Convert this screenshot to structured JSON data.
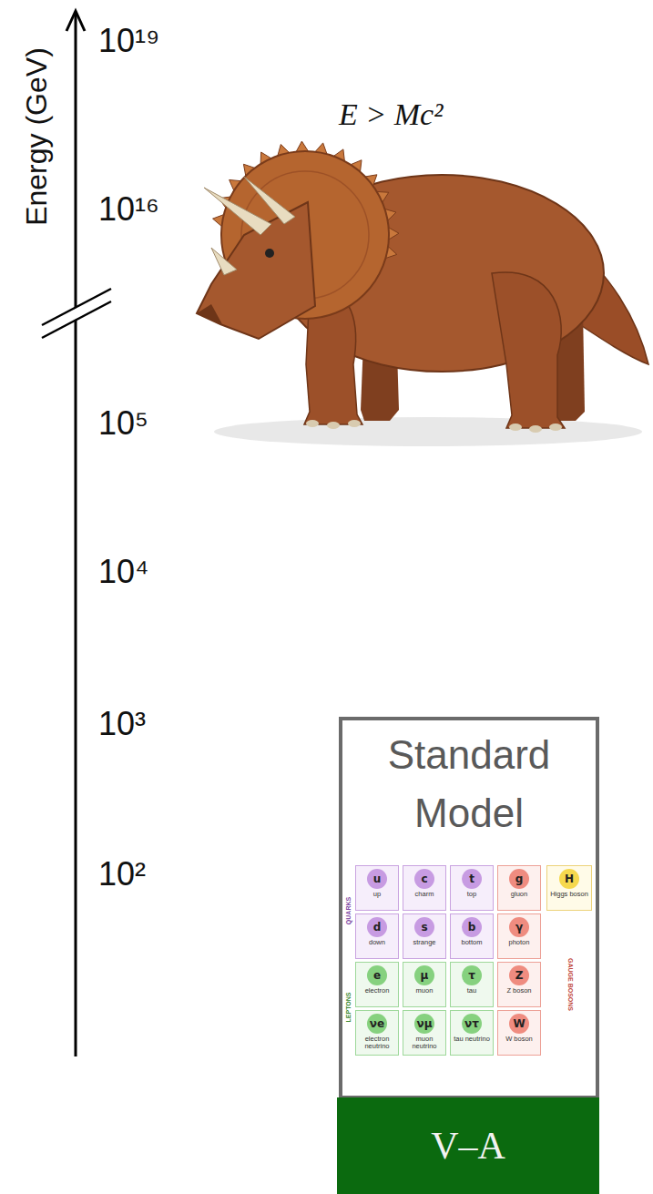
{
  "diagram": {
    "nodes": [
      {
        "text": [
          "Standard Model"
        ]
      },
      {
        "text": [
          "u",
          "up"
        ],
        "in": 0
      },
      {
        "text": [
          "c",
          "charm"
        ],
        "in": 0
      },
      {
        "text": [
          "t",
          "top"
        ],
        "in": 0
      },
      {
        "text": [
          "g",
          "gluon"
        ],
        "in": 0
      },
      {
        "text": [
          "H",
          "Higgs boson"
        ],
        "in": 0
      },
      {
        "text": [
          "d",
          "down"
        ],
        "in": 0
      },
      {
        "text": [
          "s",
          "strange"
        ],
        "in": 0
      },
      {
        "text": [
          "b",
          "bottom"
        ],
        "in": 0
      },
      {
        "text": [
          "γ",
          "photon"
        ],
        "in": 0
      },
      {
        "text": [
          "e",
          "electron"
        ],
        "in": 0
      },
      {
        "text": [
          "μ",
          "muon"
        ],
        "in": 0
      },
      {
        "text": [
          "τ",
          "tau"
        ],
        "in": 0
      },
      {
        "text": [
          "Z",
          "Z boson"
        ],
        "in": 0
      },
      {
        "text": [
          "νe",
          "electron neutrino"
        ],
        "in": 0
      },
      {
        "text": [
          "νμ",
          "muon neutrino"
        ],
        "in": 0
      },
      {
        "text": [
          "ντ",
          "tau neutrino"
        ],
        "in": 0
      },
      {
        "text": [
          "W",
          "W boson"
        ],
        "in": 0
      },
      {
        "text": [
          "V–A"
        ]
      }
    ],
    "labels": [
      "Energy (GeV)",
      "10¹⁹",
      "10¹⁶",
      "10⁵",
      "10⁴",
      "10³",
      "10²",
      "E > Mc²",
      "QUARKS",
      "LEPTONS",
      "GAUGE BOSONS"
    ]
  }
}
